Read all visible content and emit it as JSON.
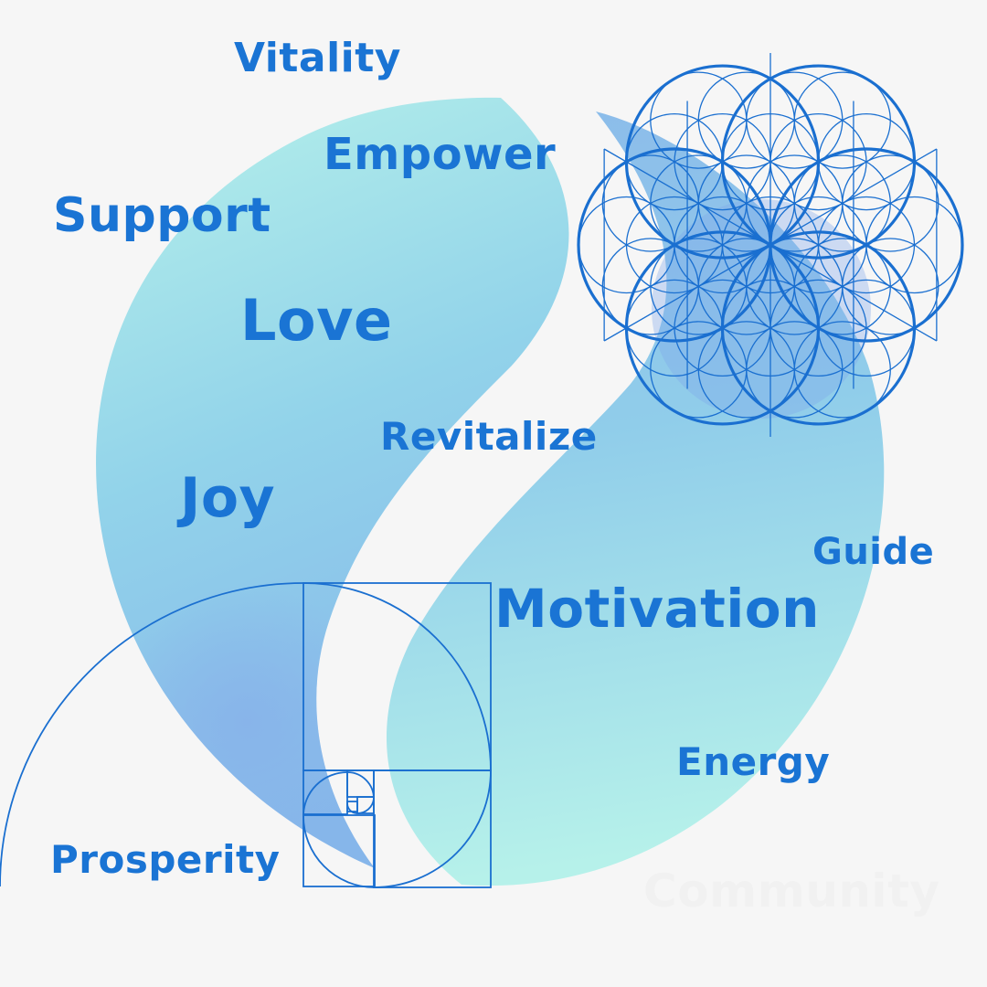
{
  "words": {
    "vitality": "Vitality",
    "empower": "Empower",
    "support": "Support",
    "love": "Love",
    "revitalize": "Revitalize",
    "joy": "Joy",
    "guide": "Guide",
    "motivation": "Motivation",
    "energy": "Energy",
    "prosperity": "Prosperity",
    "community": "Community"
  },
  "colors": {
    "background": "#f6f6f6",
    "text": "#1a74d4",
    "line": "#1a6fd0",
    "mint": "#b6f1ea",
    "sky": "#8fc9ea",
    "periwinkle": "#8ab4ea",
    "watermark": "#f1f1f1"
  },
  "icons": {
    "flower": "flower-of-life-icon",
    "spiral": "golden-spiral-icon"
  }
}
